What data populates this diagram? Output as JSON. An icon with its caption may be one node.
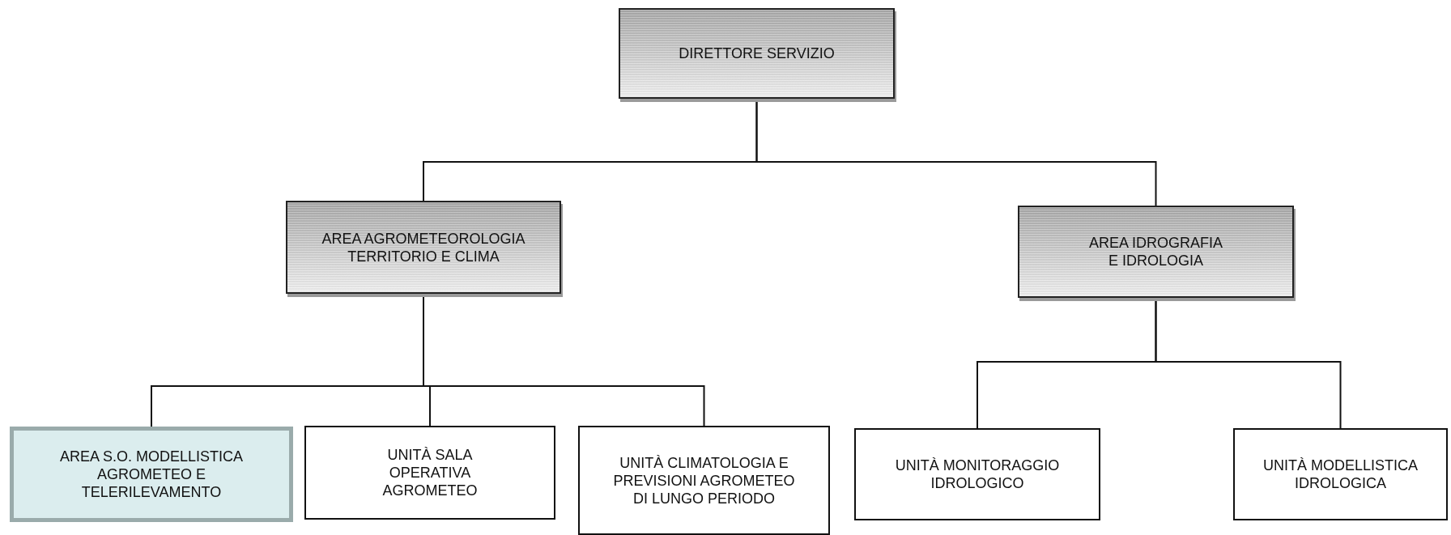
{
  "diagram": {
    "nodes": [
      {
        "text": [
          "DIRETTORE SERVIZIO"
        ]
      },
      {
        "text": [
          "AREA AGROMETEOROLOGIA TERRITORIO E CLIMA"
        ]
      },
      {
        "text": [
          "AREA IDROGRAFIA E IDROLOGIA"
        ]
      },
      {
        "text": [
          "AREA S.O. MODELLISTICA AGROMETEO E TELERILEVAMENTO"
        ]
      },
      {
        "text": [
          "UNITÀ SALA OPERATIVA AGROMETEO"
        ]
      },
      {
        "text": [
          "UNITÀ CLIMATOLOGIA E PREVISIONI AGROMETEO DI LUNGO PERIODO"
        ]
      },
      {
        "text": [
          "UNITÀ MONITORAGGIO IDROLOGICO"
        ]
      },
      {
        "text": [
          "UNITÀ MODELLISTICA IDROLOGICA"
        ]
      }
    ],
    "edges": [
      {
        "from": 0,
        "to": 1,
        "arrow": "none"
      },
      {
        "from": 0,
        "to": 2,
        "arrow": "none"
      },
      {
        "from": 1,
        "to": 3,
        "arrow": "none"
      },
      {
        "from": 1,
        "to": 4,
        "arrow": "none"
      },
      {
        "from": 1,
        "to": 5,
        "arrow": "none"
      },
      {
        "from": 2,
        "to": 6,
        "arrow": "none"
      },
      {
        "from": 2,
        "to": 7,
        "arrow": "none"
      }
    ]
  }
}
